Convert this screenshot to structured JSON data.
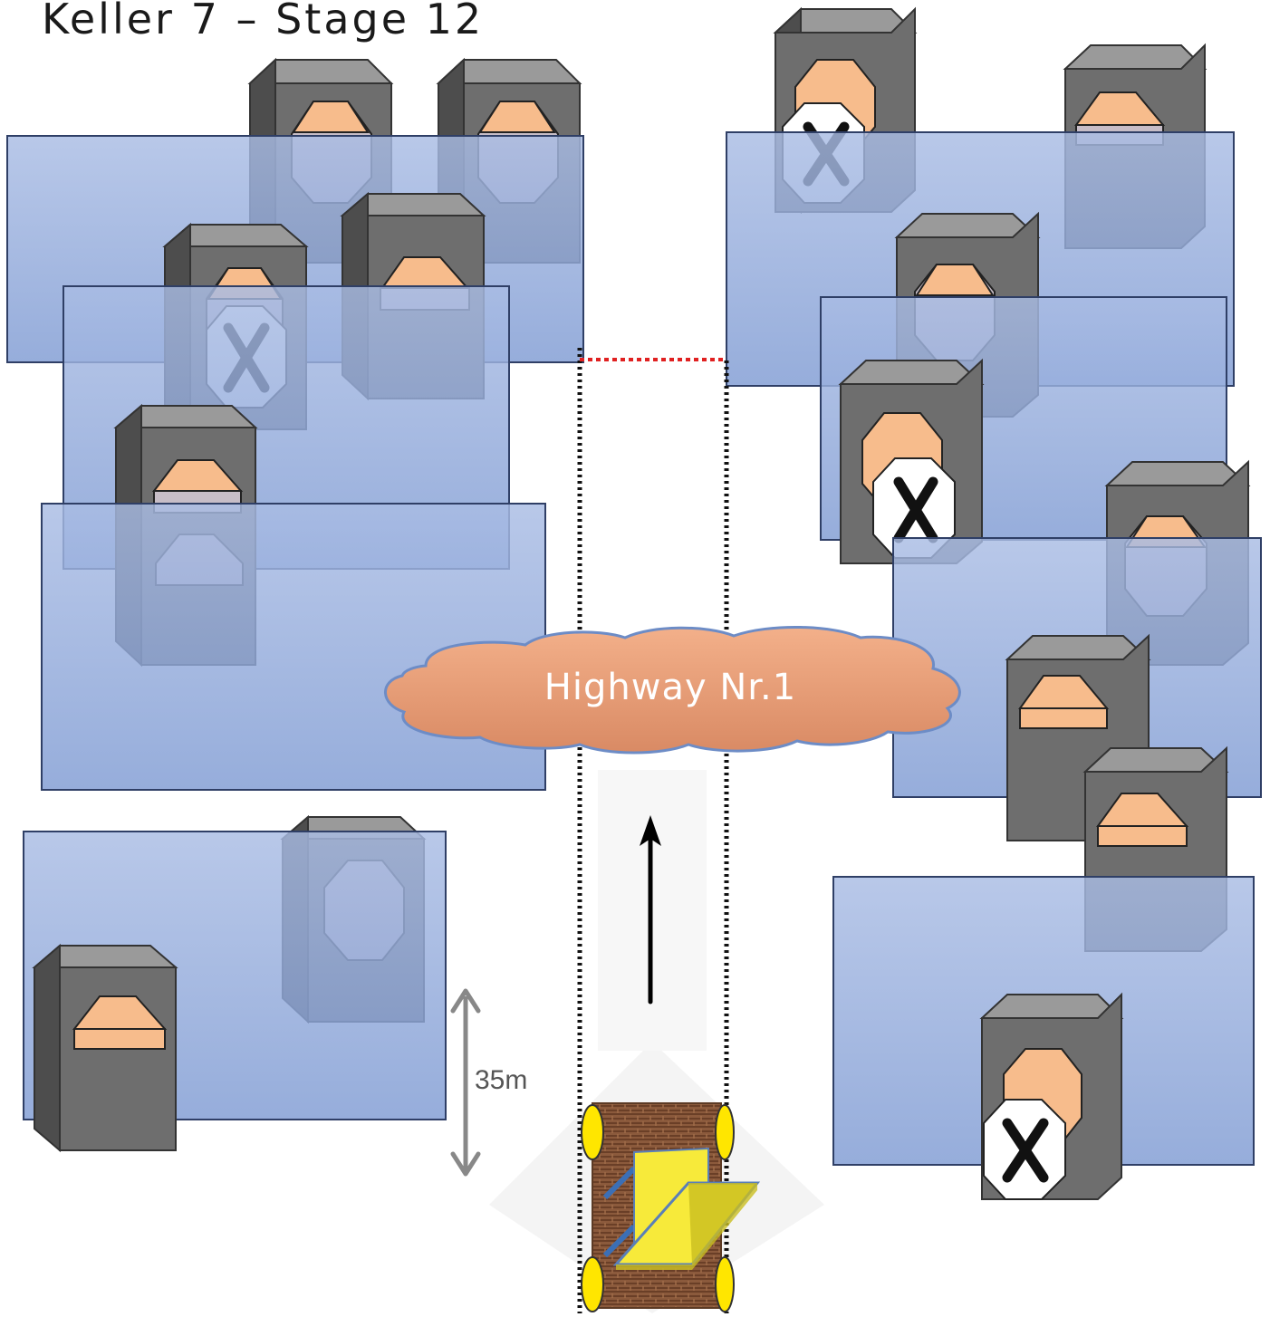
{
  "title": "Keller 7 – Stage 12",
  "cloud_label": "Highway Nr.1",
  "distance_label": "35m",
  "colors": {
    "wall": "#8ea6d8",
    "wall_border": "#2f3f66",
    "barrel_front": "#6e6e6e",
    "barrel_top": "#9a9a9a",
    "barrel_side": "#4d4d4d",
    "target_head": "#f7bc8c",
    "target_body": "#c7bdc7",
    "no_shoot": "#ffffff",
    "cloud": "#f3a97c",
    "cloud_border": "#6d8cc6",
    "fault_line_red": "#e02020",
    "fault_line_black": "#111111",
    "cart_wood": "#8b5a3c",
    "cart_wheel": "#ffe600",
    "cart_ramp": "#f7ea3a"
  },
  "icons": {
    "no_shoot": "x-mark",
    "direction": "arrow-up",
    "distance": "double-arrow-vertical"
  }
}
